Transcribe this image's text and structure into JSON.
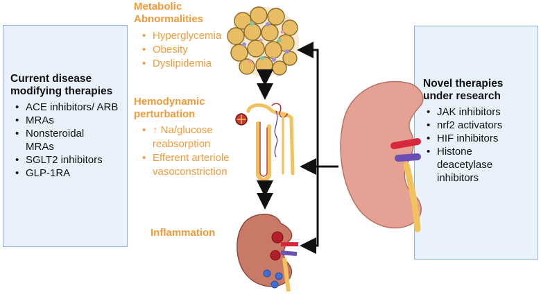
{
  "left_panel": {
    "title_line1": "Current disease",
    "title_line2": "modifying therapies",
    "items": [
      "ACE inhibitors/ ARB",
      "MRAs",
      "Nonsteroidal MRAs",
      "SGLT2 inhibitors",
      "GLP-1RA"
    ]
  },
  "right_panel": {
    "title_line1": "Novel therapies",
    "title_line2": "under research",
    "items": [
      "JAK inhibitors",
      "nrf2 activators",
      "HIF inhibitors",
      "Histone deacetylase inhibitors"
    ]
  },
  "metabolic": {
    "heading_line1": "Metabolic",
    "heading_line2": "Abnormalities",
    "items": [
      "Hyperglycemia",
      "Obesity",
      "Dyslipidemia"
    ]
  },
  "hemodynamic": {
    "heading_line1": "Hemodynamic",
    "heading_line2": "perturbation",
    "items": [
      "↑ Na/glucose reabsorption",
      "Efferent arteriole vasoconstriction"
    ]
  },
  "inflammation": {
    "heading": "Inflammation"
  },
  "colors": {
    "accent_orange": "#f29a38",
    "panel_fill": "#e9f1fb",
    "panel_border": "#8fb0d8",
    "kidney": "#d98d84",
    "arrow": "#111111"
  },
  "icons": [
    "adipose-cells-illustration",
    "nephron-illustration",
    "inflamed-kidney-illustration",
    "kidney-illustration"
  ]
}
